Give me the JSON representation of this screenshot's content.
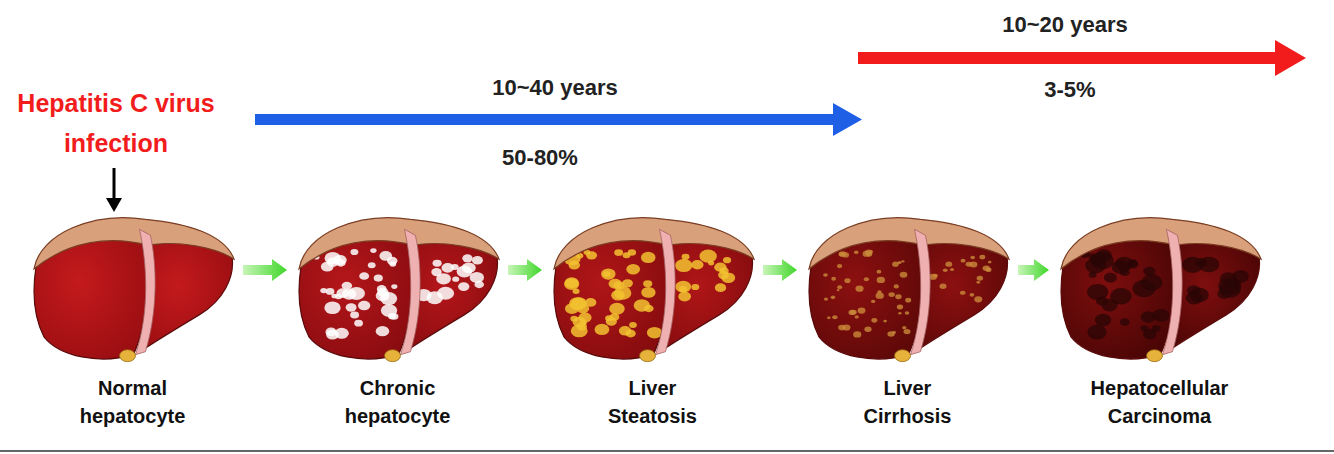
{
  "diagram": {
    "nodes": [
      {
        "text": [
          "Normal hepatocyte"
        ]
      },
      {
        "text": [
          "Chronic hepatocyte"
        ]
      },
      {
        "text": [
          "Liver Steatosis"
        ]
      },
      {
        "text": [
          "Liver Cirrhosis"
        ]
      },
      {
        "text": [
          "Hepatocellular Carcinoma"
        ]
      }
    ],
    "edges": [
      {
        "from": 0,
        "to": 1,
        "arrow": "to"
      },
      {
        "from": 1,
        "to": 2,
        "arrow": "to"
      },
      {
        "from": 2,
        "to": 3,
        "arrow": "to"
      },
      {
        "from": 3,
        "to": 4,
        "arrow": "to"
      }
    ],
    "labels": [
      "Hepatitis C virus infection",
      "10~40 years",
      "50-80%",
      "10~20 years",
      "3-5%"
    ]
  }
}
